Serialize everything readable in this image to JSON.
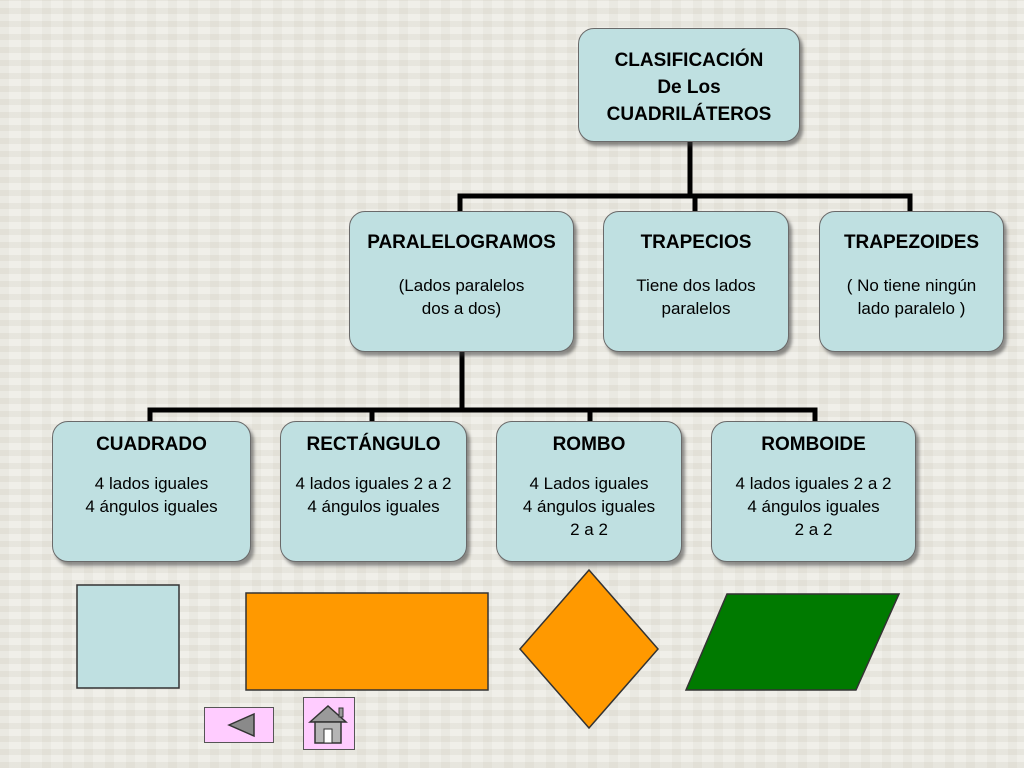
{
  "root": {
    "title": "CLASIFICACIÓN\nDe Los\nCUADRILÁTEROS"
  },
  "level1": [
    {
      "title": "PARALELOGRAMOS",
      "desc": "(Lados paralelos\ndos a dos)"
    },
    {
      "title": "TRAPECIOS",
      "desc": "Tiene dos lados\nparalelos"
    },
    {
      "title": "TRAPEZOIDES",
      "desc": "( No tiene ningún\nlado paralelo )"
    }
  ],
  "level2": [
    {
      "title": "CUADRADO",
      "desc": "4 lados iguales\n4 ángulos iguales"
    },
    {
      "title": "RECTÁNGULO",
      "desc": "4 lados iguales 2 a 2\n4 ángulos iguales"
    },
    {
      "title": "ROMBO",
      "desc": "4 Lados iguales\n4 ángulos iguales\n2 a 2"
    },
    {
      "title": "ROMBOIDE",
      "desc": "4 lados iguales 2 a 2\n4 ángulos iguales\n2 a 2"
    }
  ],
  "colors": {
    "node_fill": "#bfe0e1",
    "square": "#bfe0e1",
    "rectangle": "#ff9900",
    "rhombus": "#ff9900",
    "rhomboid": "#007a00",
    "nav_back": "#ffccff"
  },
  "nav": {
    "back_icon": "triangle-left-icon",
    "home_icon": "house-icon"
  }
}
